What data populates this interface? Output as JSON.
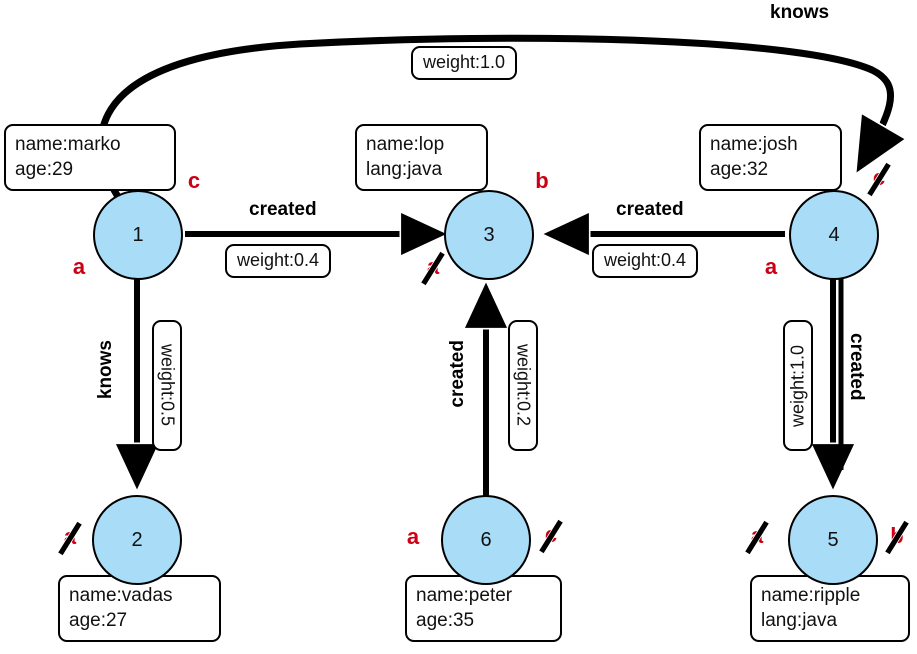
{
  "graph": {
    "title": "tinkerpop-modern-graph",
    "node_fill_color": "#a8dcf7",
    "node_stroke_color": "#000000",
    "annotation_color": "#cc0015",
    "background_color": "#ffffff",
    "vertices": [
      {
        "id": "1",
        "label": "1",
        "properties": [
          "name:marko",
          "age:29"
        ],
        "annotations": [
          {
            "letter": "c",
            "struck": false
          },
          {
            "letter": "a",
            "struck": false
          }
        ]
      },
      {
        "id": "3",
        "label": "3",
        "properties": [
          "name:lop",
          "lang:java"
        ],
        "annotations": [
          {
            "letter": "b",
            "struck": false
          },
          {
            "letter": "a",
            "struck": true
          }
        ]
      },
      {
        "id": "4",
        "label": "4",
        "properties": [
          "name:josh",
          "age:32"
        ],
        "annotations": [
          {
            "letter": "c",
            "struck": true
          },
          {
            "letter": "a",
            "struck": false
          }
        ]
      },
      {
        "id": "2",
        "label": "2",
        "properties": [
          "name:vadas",
          "age:27"
        ],
        "annotations": [
          {
            "letter": "a",
            "struck": true
          }
        ]
      },
      {
        "id": "6",
        "label": "6",
        "properties": [
          "name:peter",
          "age:35"
        ],
        "annotations": [
          {
            "letter": "a",
            "struck": false
          },
          {
            "letter": "c",
            "struck": true
          }
        ]
      },
      {
        "id": "5",
        "label": "5",
        "properties": [
          "name:ripple",
          "lang:java"
        ],
        "annotations": [
          {
            "letter": "a",
            "struck": true
          },
          {
            "letter": "b",
            "struck": true
          }
        ]
      }
    ],
    "edges": [
      {
        "from": "1",
        "to": "4",
        "label": "knows",
        "weight": "weight:1.0"
      },
      {
        "from": "1",
        "to": "3",
        "label": "created",
        "weight": "weight:0.4"
      },
      {
        "from": "4",
        "to": "3",
        "label": "created",
        "weight": "weight:0.4"
      },
      {
        "from": "1",
        "to": "2",
        "label": "knows",
        "weight": "weight:0.5"
      },
      {
        "from": "6",
        "to": "3",
        "label": "created",
        "weight": "weight:0.2"
      },
      {
        "from": "4",
        "to": "5",
        "label": "created",
        "weight": "weight:1.0"
      },
      {
        "from": "4",
        "to": "5",
        "label": "created",
        "weight": "weight:1.0"
      }
    ]
  }
}
